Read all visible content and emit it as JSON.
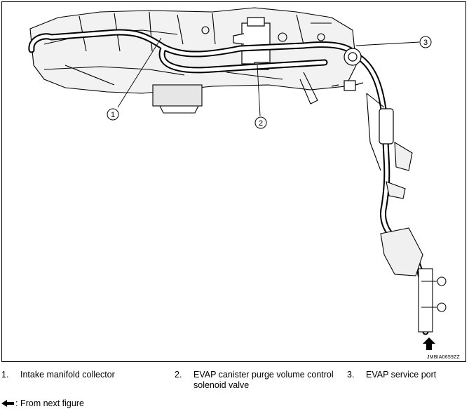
{
  "figure": {
    "code": "JMBIA0659ZZ",
    "callouts": [
      "1",
      "2",
      "3"
    ]
  },
  "legend": [
    {
      "num": "1.",
      "text": "Intake manifold collector"
    },
    {
      "num": "2.",
      "text": "EVAP canister purge volume control solenoid valve"
    },
    {
      "num": "3.",
      "text": "EVAP service port"
    }
  ],
  "note": {
    "icon": "filled-arrow-left-icon",
    "text": ": From next figure"
  }
}
